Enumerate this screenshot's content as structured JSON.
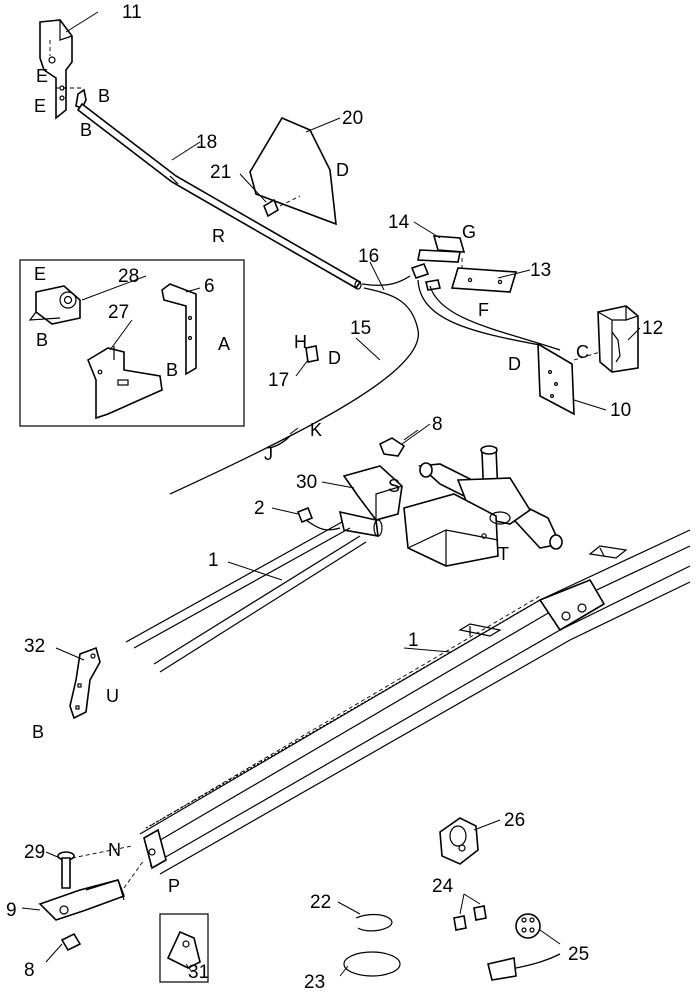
{
  "diagram": {
    "callouts": [
      {
        "id": "c11",
        "text": "11"
      },
      {
        "id": "c18",
        "text": "18"
      },
      {
        "id": "c20",
        "text": "20"
      },
      {
        "id": "c21",
        "text": "21"
      },
      {
        "id": "c14",
        "text": "14"
      },
      {
        "id": "c16",
        "text": "16"
      },
      {
        "id": "c13",
        "text": "13"
      },
      {
        "id": "c28",
        "text": "28"
      },
      {
        "id": "c6",
        "text": "6"
      },
      {
        "id": "c27",
        "text": "27"
      },
      {
        "id": "c15",
        "text": "15"
      },
      {
        "id": "c17",
        "text": "17"
      },
      {
        "id": "c12",
        "text": "12"
      },
      {
        "id": "c10",
        "text": "10"
      },
      {
        "id": "c8a",
        "text": "8"
      },
      {
        "id": "c30",
        "text": "30"
      },
      {
        "id": "c2",
        "text": "2"
      },
      {
        "id": "c1a",
        "text": "1"
      },
      {
        "id": "c1b",
        "text": "1"
      },
      {
        "id": "c32",
        "text": "32"
      },
      {
        "id": "c29",
        "text": "29"
      },
      {
        "id": "c26",
        "text": "26"
      },
      {
        "id": "c24",
        "text": "24"
      },
      {
        "id": "c9",
        "text": "9"
      },
      {
        "id": "c22",
        "text": "22"
      },
      {
        "id": "c25",
        "text": "25"
      },
      {
        "id": "c8b",
        "text": "8"
      },
      {
        "id": "c31",
        "text": "31"
      },
      {
        "id": "c23",
        "text": "23"
      }
    ],
    "letters": [
      {
        "id": "lE1",
        "text": "E"
      },
      {
        "id": "lE2",
        "text": "E"
      },
      {
        "id": "lB1",
        "text": "B"
      },
      {
        "id": "lB2",
        "text": "B"
      },
      {
        "id": "lD1",
        "text": "D"
      },
      {
        "id": "lR",
        "text": "R"
      },
      {
        "id": "lG",
        "text": "G"
      },
      {
        "id": "lF",
        "text": "F"
      },
      {
        "id": "lE3",
        "text": "E"
      },
      {
        "id": "lB3",
        "text": "B"
      },
      {
        "id": "lA",
        "text": "A"
      },
      {
        "id": "lB4",
        "text": "B"
      },
      {
        "id": "lH",
        "text": "H"
      },
      {
        "id": "lD2",
        "text": "D"
      },
      {
        "id": "lC",
        "text": "C"
      },
      {
        "id": "lD3",
        "text": "D"
      },
      {
        "id": "lK",
        "text": "K"
      },
      {
        "id": "lJ",
        "text": "J"
      },
      {
        "id": "lS",
        "text": "S"
      },
      {
        "id": "lT",
        "text": "T"
      },
      {
        "id": "lU",
        "text": "U"
      },
      {
        "id": "lB5",
        "text": "B"
      },
      {
        "id": "lN",
        "text": "N"
      },
      {
        "id": "lP",
        "text": "P"
      }
    ]
  }
}
